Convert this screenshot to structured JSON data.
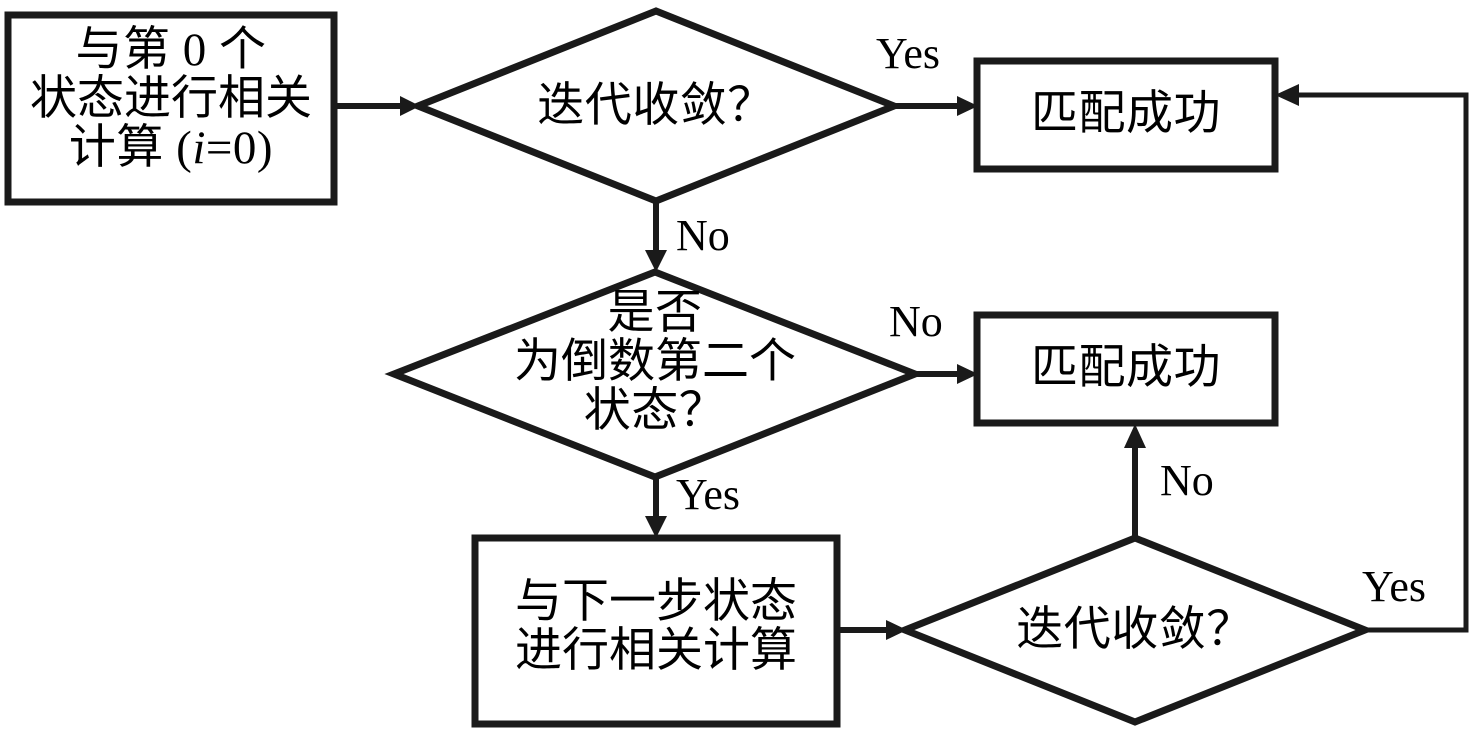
{
  "diagram": {
    "title": "",
    "type": "flowchart",
    "colors": {
      "stroke": "#1a1a1a",
      "fill": "#ffffff",
      "text": "#000000"
    },
    "nodes": {
      "start_box": {
        "shape": "process",
        "line1": "与第 0 个",
        "line2": "状态进行相关",
        "line3_prefix": "计算 (",
        "line3_var": "i",
        "line3_suffix": "=0)"
      },
      "decision_top": {
        "shape": "decision",
        "line1": "迭代收敛？"
      },
      "match_success_top": {
        "shape": "process",
        "line1": "匹配成功"
      },
      "decision_middle": {
        "shape": "decision",
        "line1": "是否",
        "line2": "为倒数第二个",
        "line3": "状态？"
      },
      "match_success_middle": {
        "shape": "process",
        "line1": "匹配成功"
      },
      "next_state_box": {
        "shape": "process",
        "line1": "与下一步状态",
        "line2": "进行相关计算"
      },
      "decision_bottom": {
        "shape": "decision",
        "line1": "迭代收敛？"
      }
    },
    "edge_labels": {
      "top_yes": "Yes",
      "top_no": "No",
      "middle_no": "No",
      "middle_yes": "Yes",
      "bottom_no": "No",
      "bottom_yes": "Yes"
    }
  }
}
